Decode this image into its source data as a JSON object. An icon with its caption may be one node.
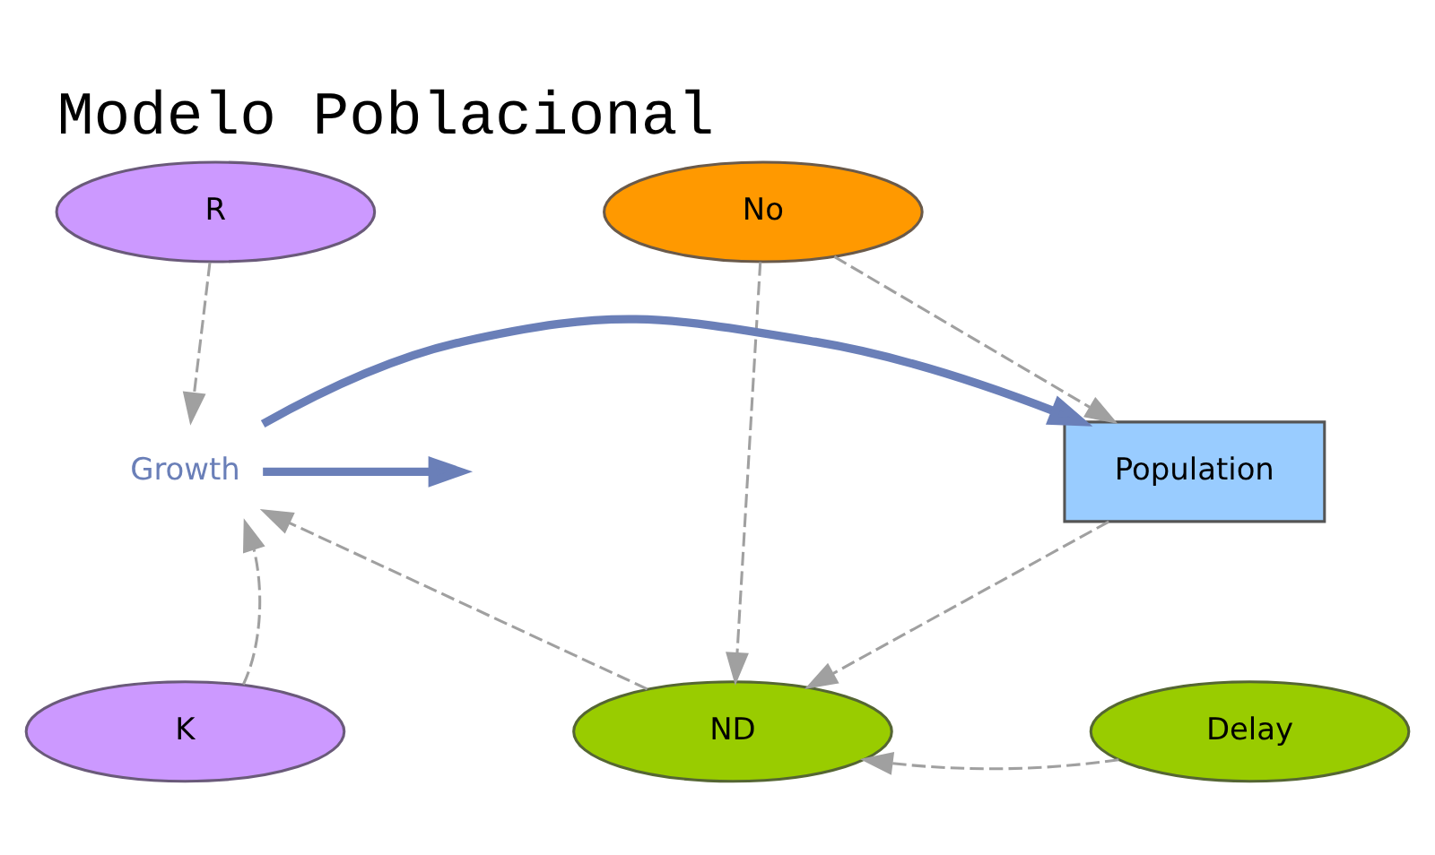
{
  "diagram": {
    "title": "Modelo Poblacional",
    "nodes": [
      {
        "text": [
          "R"
        ]
      },
      {
        "text": [
          "No"
        ]
      },
      {
        "text": [
          "Growth"
        ]
      },
      {
        "text": [
          "Population"
        ]
      },
      {
        "text": [
          "K"
        ]
      },
      {
        "text": [
          "ND"
        ]
      },
      {
        "text": [
          "Delay"
        ]
      }
    ],
    "edges": [
      {
        "from": 2,
        "to": 3,
        "arrow": "to",
        "style": "thick",
        "color": "#6a7fb8"
      },
      {
        "from": 2,
        "to": null,
        "arrow": "to",
        "style": "thick",
        "color": "#6a7fb8"
      },
      {
        "from": 0,
        "to": 2,
        "arrow": "to",
        "style": "dashed",
        "color": "#a0a0a0"
      },
      {
        "from": 1,
        "to": 3,
        "arrow": "to",
        "style": "dashed",
        "color": "#a0a0a0"
      },
      {
        "from": 1,
        "to": 5,
        "arrow": "to",
        "style": "dashed",
        "color": "#a0a0a0"
      },
      {
        "from": 4,
        "to": 2,
        "arrow": "to",
        "style": "dashed",
        "color": "#a0a0a0"
      },
      {
        "from": 3,
        "to": 5,
        "arrow": "to",
        "style": "dashed",
        "color": "#a0a0a0"
      },
      {
        "from": 5,
        "to": 2,
        "arrow": "to",
        "style": "dashed",
        "color": "#a0a0a0"
      },
      {
        "from": 6,
        "to": 5,
        "arrow": "to",
        "style": "dashed",
        "color": "#a0a0a0"
      }
    ]
  }
}
